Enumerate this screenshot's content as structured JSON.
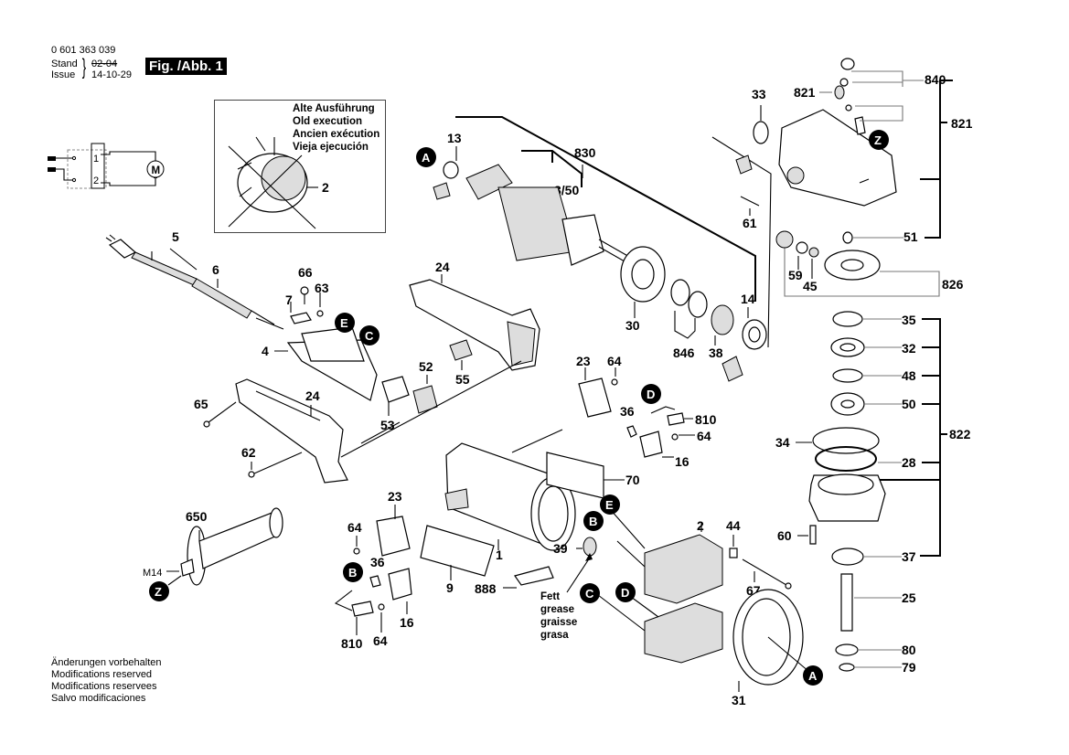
{
  "header": {
    "part_number": "0 601 363 039",
    "stand_label": "Stand",
    "issue_label": "Issue",
    "stand_value_struck": "02-04",
    "issue_value": "14-10-29",
    "figure_label": "Fig. /Abb. 1"
  },
  "old_execution": {
    "lines": [
      "Alte Ausführung",
      "Old execution",
      "Ancien exécution",
      "Vieja ejecución"
    ],
    "part_ref": "2"
  },
  "circuit": {
    "motor_symbol": "M",
    "terminal_1": "1",
    "terminal_2": "2"
  },
  "grease_note": [
    "Fett",
    "grease",
    "graisse",
    "grasa"
  ],
  "thread_label": "M14",
  "footer": [
    "Änderungen vorbehalten",
    "Modifications reserved",
    "Modifications reservees",
    "Salvo modificaciones"
  ],
  "callouts": {
    "A": "A",
    "B": "B",
    "C": "C",
    "D": "D",
    "E": "E",
    "Z": "Z"
  },
  "part_labels": {
    "p1": "1",
    "p2": "2",
    "p4": "4",
    "p5": "5",
    "p6": "6",
    "p7": "7",
    "p9": "9",
    "p13": "13",
    "p14": "14",
    "p16a": "16",
    "p16b": "16",
    "p23a": "23",
    "p23b": "23",
    "p24a": "24",
    "p24b": "24",
    "p25": "25",
    "p28": "28",
    "p30": "30",
    "p31": "31",
    "p32": "32",
    "p33": "33",
    "p34": "34",
    "p35": "35",
    "p36a": "36",
    "p36b": "36",
    "p37": "37",
    "p38": "38",
    "p39": "39",
    "p44": "44",
    "p45": "45",
    "p48": "48",
    "p50": "50",
    "p51": "51",
    "p52": "52",
    "p53": "53",
    "p55": "55",
    "p59": "59",
    "p60": "60",
    "p61": "61",
    "p62": "62",
    "p63": "63",
    "p64a": "64",
    "p64b": "64",
    "p64c": "64",
    "p64d": "64",
    "p65": "65",
    "p66": "66",
    "p67": "67",
    "p70": "70",
    "p79": "79",
    "p80": "80",
    "p350": "3/50",
    "p650": "650",
    "p810a": "810",
    "p810b": "810",
    "p821a": "821",
    "p821b": "821",
    "p822": "822",
    "p826": "826",
    "p830": "830",
    "p840": "840",
    "p846": "846",
    "p888": "888"
  }
}
